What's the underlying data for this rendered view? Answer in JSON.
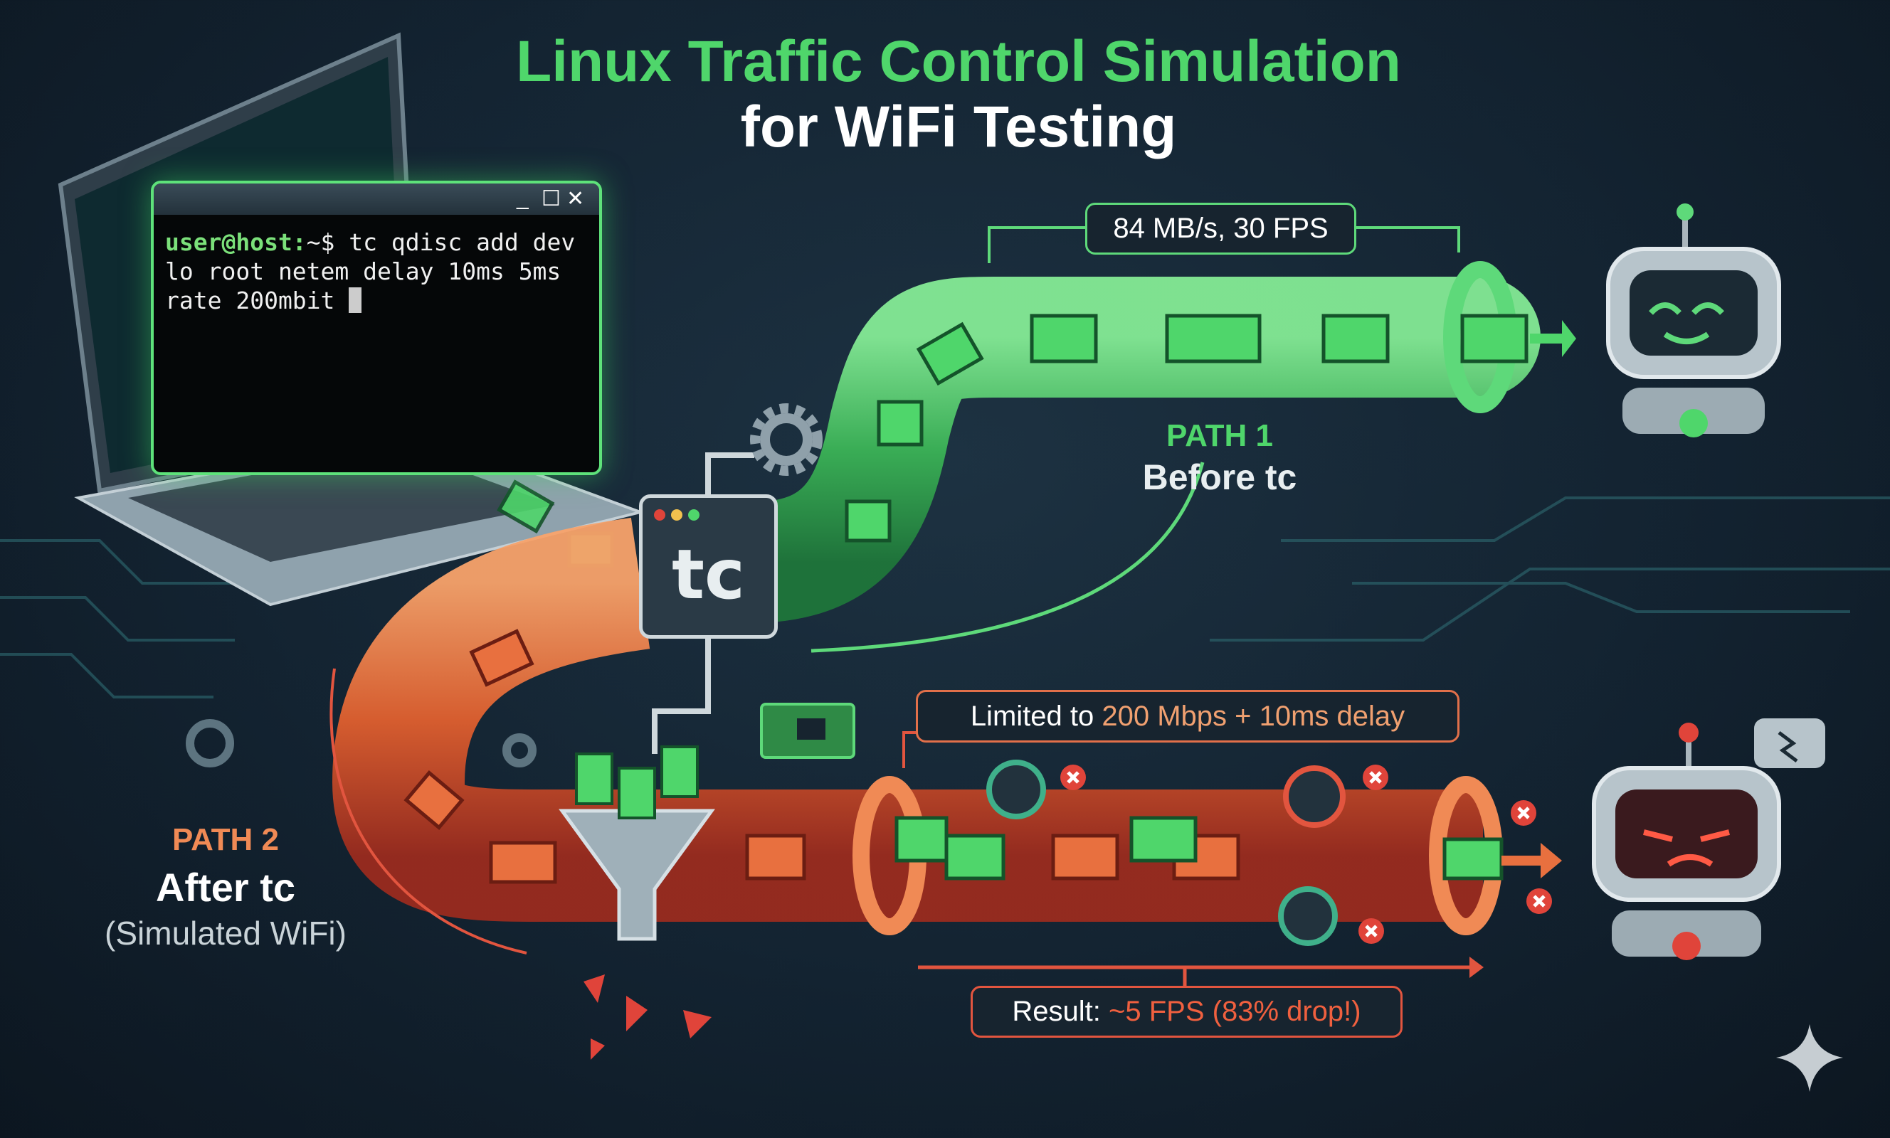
{
  "title": {
    "line1": "Linux Traffic Control Simulation",
    "line2": "for WiFi Testing"
  },
  "terminal": {
    "controls": [
      "_",
      "☐",
      "✕"
    ],
    "prompt": "user@host:",
    "prompt_suffix": "~$",
    "command_line1": " tc qdisc add dev",
    "command_line2": "lo root netem delay 10ms 5ms",
    "command_line3": "rate 200mbit "
  },
  "tc_box": {
    "label": "tc"
  },
  "path1": {
    "label": "PATH 1",
    "sublabel": "Before tc",
    "throughput": "84 MB/s, 30 FPS"
  },
  "path2": {
    "label": "PATH 2",
    "sublabel": "After tc",
    "note": "(Simulated WiFi)",
    "limit_prefix": "Limited to ",
    "limit_value": "200 Mbps + 10ms delay",
    "result_prefix": "Result: ",
    "result_value": "~5 FPS (83% drop!)"
  },
  "colors": {
    "green": "#4fd66b",
    "orange": "#e8703f",
    "red": "#e0443a",
    "background": "#132331"
  },
  "icons": [
    "gear-icon",
    "network-card-icon",
    "funnel-icon",
    "clock-icon",
    "error-x-icon",
    "happy-robot-icon",
    "sad-robot-icon",
    "broken-chat-icon",
    "sparkle-icon"
  ]
}
